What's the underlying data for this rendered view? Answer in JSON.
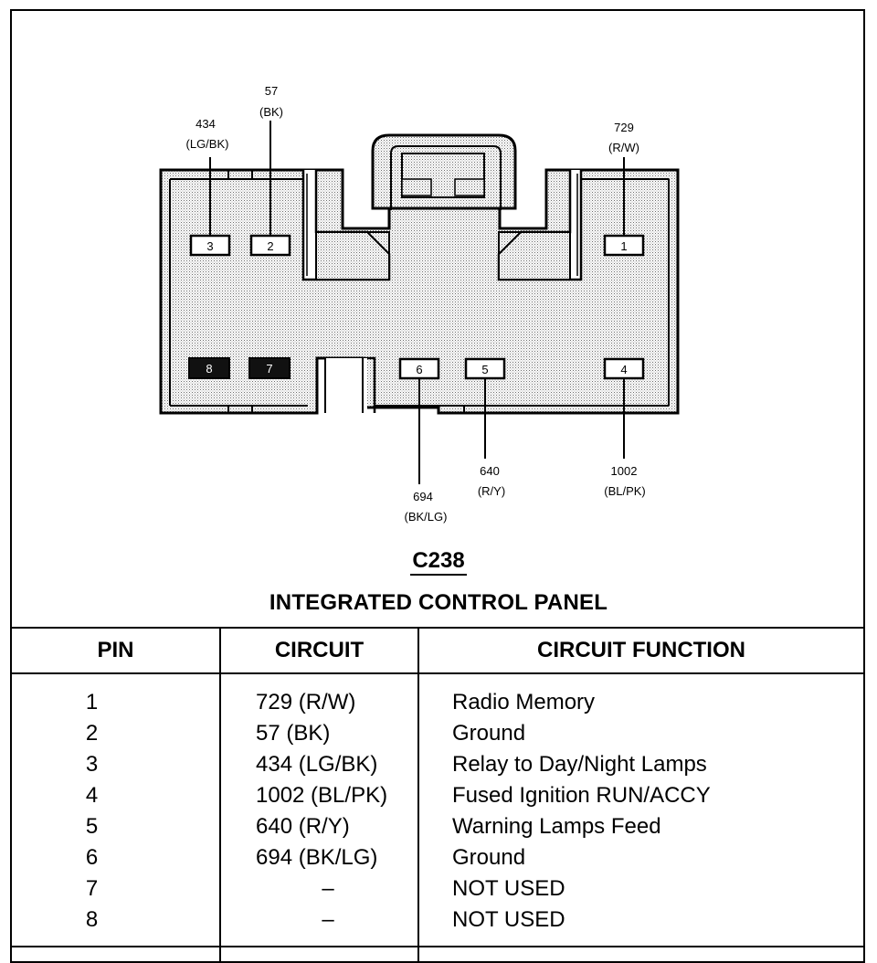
{
  "connector": {
    "id": "C238",
    "name": "INTEGRATED CONTROL PANEL"
  },
  "wires": [
    {
      "pin": "3",
      "circuit": "434",
      "color": "(LG/BK)"
    },
    {
      "pin": "2",
      "circuit": "57",
      "color": "(BK)"
    },
    {
      "pin": "1",
      "circuit": "729",
      "color": "(R/W)"
    },
    {
      "pin": "6",
      "circuit": "694",
      "color": "(BK/LG)"
    },
    {
      "pin": "5",
      "circuit": "640",
      "color": "(R/Y)"
    },
    {
      "pin": "4",
      "circuit": "1002",
      "color": "(BL/PK)"
    }
  ],
  "cavities": [
    "1",
    "2",
    "3",
    "4",
    "5",
    "6",
    "7",
    "8"
  ],
  "table": {
    "headers": [
      "PIN",
      "CIRCUIT",
      "CIRCUIT FUNCTION"
    ],
    "rows": [
      {
        "pin": "1",
        "circuit": "729 (R/W)",
        "function": "Radio Memory"
      },
      {
        "pin": "2",
        "circuit": "57 (BK)",
        "function": "Ground"
      },
      {
        "pin": "3",
        "circuit": "434 (LG/BK)",
        "function": "Relay to Day/Night Lamps"
      },
      {
        "pin": "4",
        "circuit": "1002 (BL/PK)",
        "function": "Fused Ignition RUN/ACCY"
      },
      {
        "pin": "5",
        "circuit": "640 (R/Y)",
        "function": "Warning Lamps Feed"
      },
      {
        "pin": "6",
        "circuit": "694 (BK/LG)",
        "function": "Ground"
      },
      {
        "pin": "7",
        "circuit": "–",
        "function": "NOT USED"
      },
      {
        "pin": "8",
        "circuit": "–",
        "function": "NOT USED"
      }
    ]
  }
}
